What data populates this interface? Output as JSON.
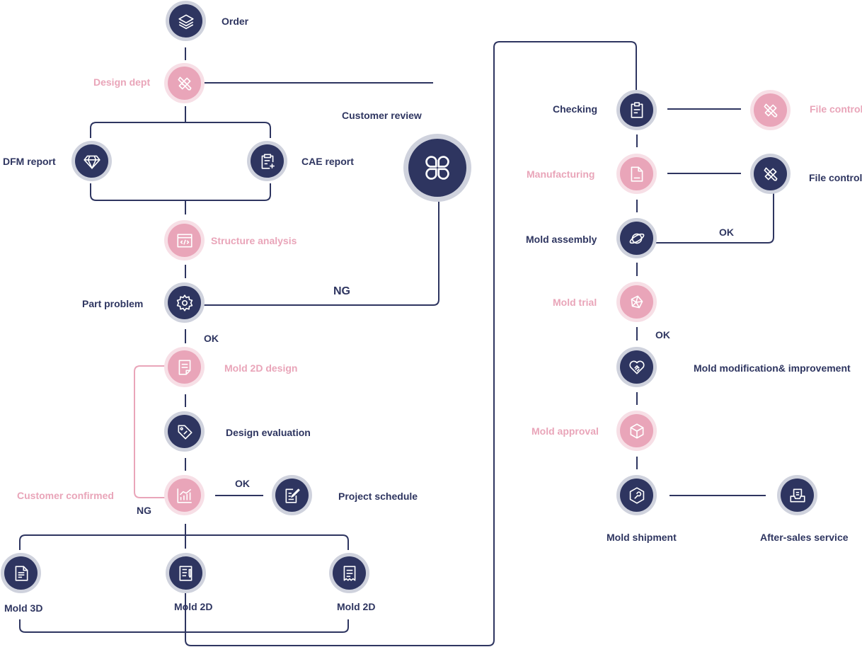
{
  "colors": {
    "navy": "#2e3560",
    "navy_ring": "#cfd2dd",
    "pink": "#e9a5b9",
    "pink_ring": "#f7dfe6"
  },
  "left_flow": {
    "order": "Order",
    "design_dept": "Design dept",
    "dfm_report": "DFM  report",
    "cae_report": "CAE report",
    "customer_review": "Customer review",
    "structure_analysis": "Structure analysis",
    "part_problem": "Part problem",
    "ng_review": "NG",
    "ok_part": "OK",
    "mold_2d_design": "Mold 2D design",
    "design_evaluation": "Design evaluation",
    "customer_confirmed": "Customer confirmed",
    "ok_confirmed": "OK",
    "ng_confirmed": "NG",
    "project_schedule": "Project schedule",
    "mold_3d": "Mold 3D",
    "mold_2d_a": "Mold 2D",
    "mold_2d_b": "Mold 2D"
  },
  "right_flow": {
    "checking": "Checking",
    "file_control_top": "File control",
    "manufacturing": "Manufacturing",
    "file_control_mid": "File control",
    "mold_assembly": "Mold assembly",
    "ok_assembly": "OK",
    "mold_trial": "Mold trial",
    "ok_trial": "OK",
    "mold_modification": "Mold modification& improvement",
    "mold_approval": "Mold approval",
    "mold_shipment": "Mold shipment",
    "after_sales": "After-sales service"
  },
  "icons": {
    "order": "layers-icon",
    "design_dept": "pencil-ruler-icon",
    "dfm_report": "diamond-icon",
    "cae_report": "clipboard-add-icon",
    "customer_review": "clover-icon",
    "structure_analysis": "code-window-icon",
    "part_problem": "gear-icon",
    "mold_2d_design": "document-icon",
    "design_evaluation": "tag-icon",
    "customer_confirmed": "chart-icon",
    "project_schedule": "edit-document-icon",
    "mold_3d": "file-lines-icon",
    "mold_2d_a": "file-pen-icon",
    "mold_2d_b": "receipt-icon",
    "checking": "clipboard-pin-icon",
    "file_control_top": "pencil-ruler-icon",
    "manufacturing": "file-icon",
    "file_control_mid": "pencil-ruler-icon",
    "mold_assembly": "planet-icon",
    "mold_trial": "network-icon",
    "mold_modification": "handshake-heart-icon",
    "mold_approval": "box-icon",
    "mold_shipment": "wrench-hexagon-icon",
    "after_sales": "inbox-icon"
  }
}
